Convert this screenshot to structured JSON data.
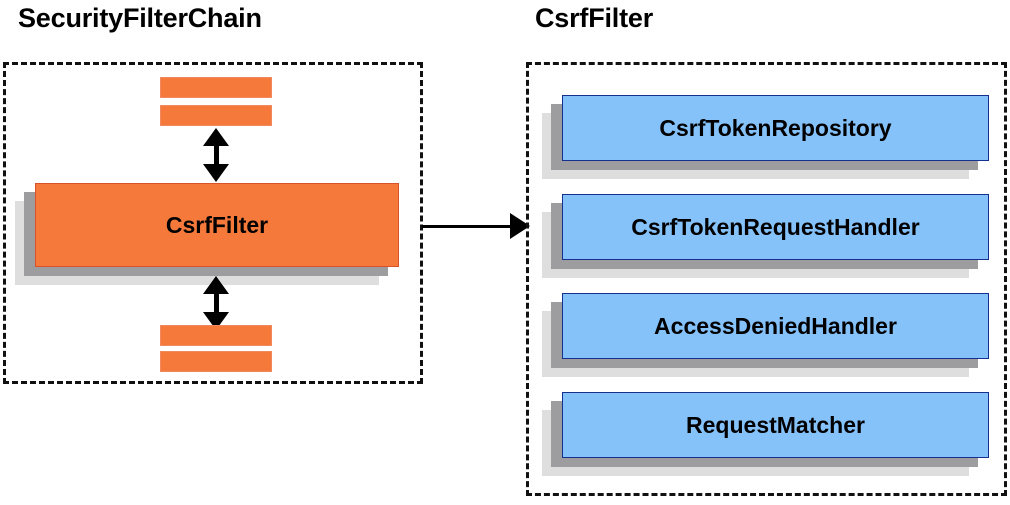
{
  "diagram": {
    "type": "component-relationship-diagram",
    "background_color": "#ffffff",
    "groups": [
      {
        "id": "security-filter-chain",
        "title": "SecurityFilterChain",
        "border_style": "dashed",
        "border_color": "#111111"
      },
      {
        "id": "csrf-filter",
        "title": "CsrfFilter",
        "border_style": "dashed",
        "border_color": "#111111"
      }
    ]
  },
  "left_group": {
    "title": "SecurityFilterChain",
    "top_stubs": [
      {
        "name": "filter-stub-top-1"
      },
      {
        "name": "filter-stub-top-2"
      }
    ],
    "main_filter": {
      "label": "CsrfFilter",
      "fill_color": "#f4793b",
      "border_color": "#d9532a"
    },
    "bottom_stubs": [
      {
        "name": "filter-stub-bottom-1"
      },
      {
        "name": "filter-stub-bottom-2"
      }
    ],
    "connectors": [
      {
        "name": "filter-chain-up-down-arrow-top",
        "kind": "double-arrow-vertical"
      },
      {
        "name": "filter-chain-up-down-arrow-bottom",
        "kind": "double-arrow-vertical"
      }
    ]
  },
  "right_group": {
    "title": "CsrfFilter",
    "collaborators": [
      {
        "label": "CsrfTokenRepository",
        "fill_color": "#85c2fa",
        "border_color": "#15308e"
      },
      {
        "label": "CsrfTokenRequestHandler",
        "fill_color": "#85c2fa",
        "border_color": "#15308e"
      },
      {
        "label": "AccessDeniedHandler",
        "fill_color": "#85c2fa",
        "border_color": "#15308e"
      },
      {
        "label": "RequestMatcher",
        "fill_color": "#85c2fa",
        "border_color": "#15308e"
      }
    ]
  },
  "link": {
    "name": "csrf-filter-expansion-arrow",
    "kind": "arrow-right",
    "from": "CsrfFilter",
    "to": "CsrfFilter"
  },
  "palette": {
    "orange_fill": "#f4793b",
    "orange_border": "#d9532a",
    "orange_stub_border": "#f08a5e",
    "blue_fill": "#85c2fa",
    "blue_border": "#15308e",
    "shadow_dark": "#9d9d9f",
    "shadow_light": "#dededf",
    "text": "#000000",
    "dash_border": "#111111"
  }
}
